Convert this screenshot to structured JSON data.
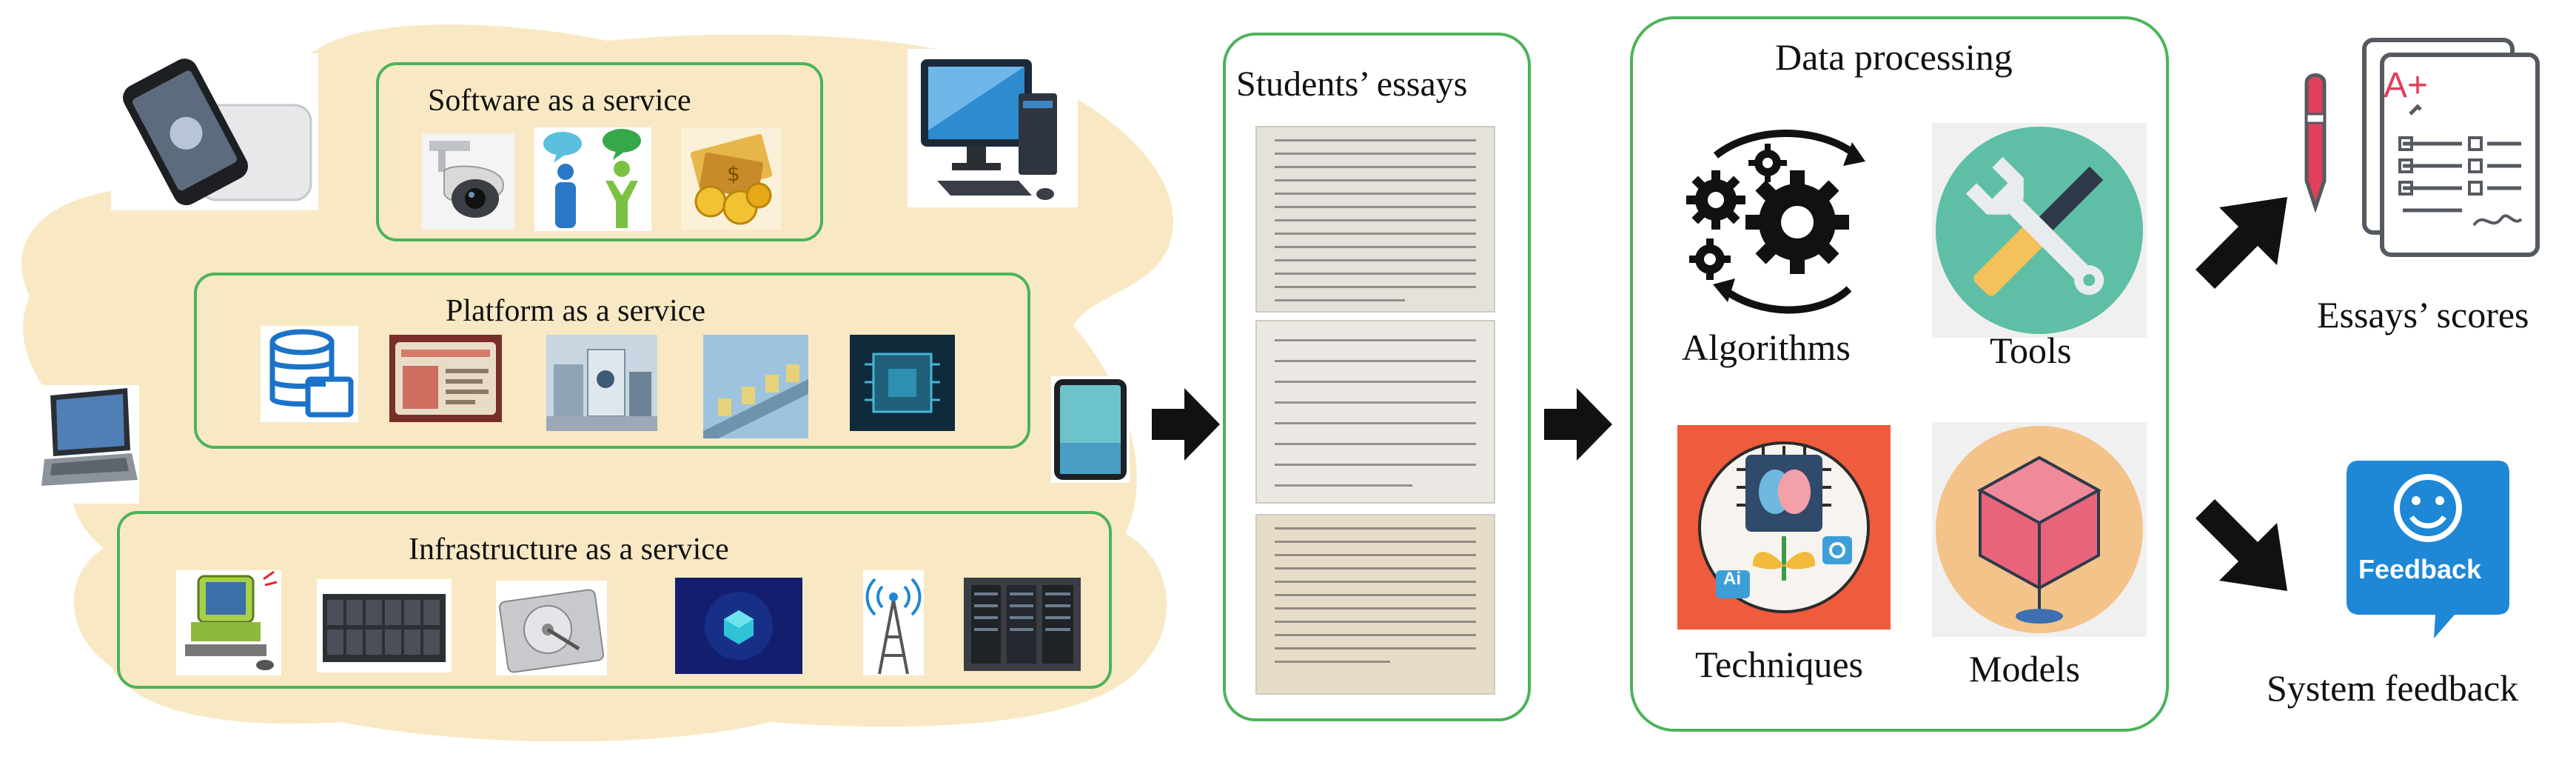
{
  "cloud": {
    "saas_label": "Software as a service",
    "paas_label": "Platform as a service",
    "iaas_label": "Infrastructure as a service"
  },
  "essays": {
    "title": "Students’ essays"
  },
  "processing": {
    "title": "Data processing",
    "algorithms_label": "Algorithms",
    "tools_label": "Tools",
    "techniques_label": "Techniques",
    "models_label": "Models"
  },
  "outputs": {
    "scores_label": "Essays’ scores",
    "scores_grade": "A+",
    "feedback_label": "System feedback",
    "feedback_icon_text": "Feedback"
  },
  "icons": {
    "techniques_ai": "Ai",
    "colors": {
      "box_border": "#4cb35a",
      "cloud_fill": "#f8e9c4",
      "feedback_blue": "#1e88d6",
      "tools_teal": "#5fbfa6",
      "models_bg": "#f4c38a",
      "models_cube": "#e8647a",
      "techniques_bg": "#ef5b3d"
    }
  }
}
